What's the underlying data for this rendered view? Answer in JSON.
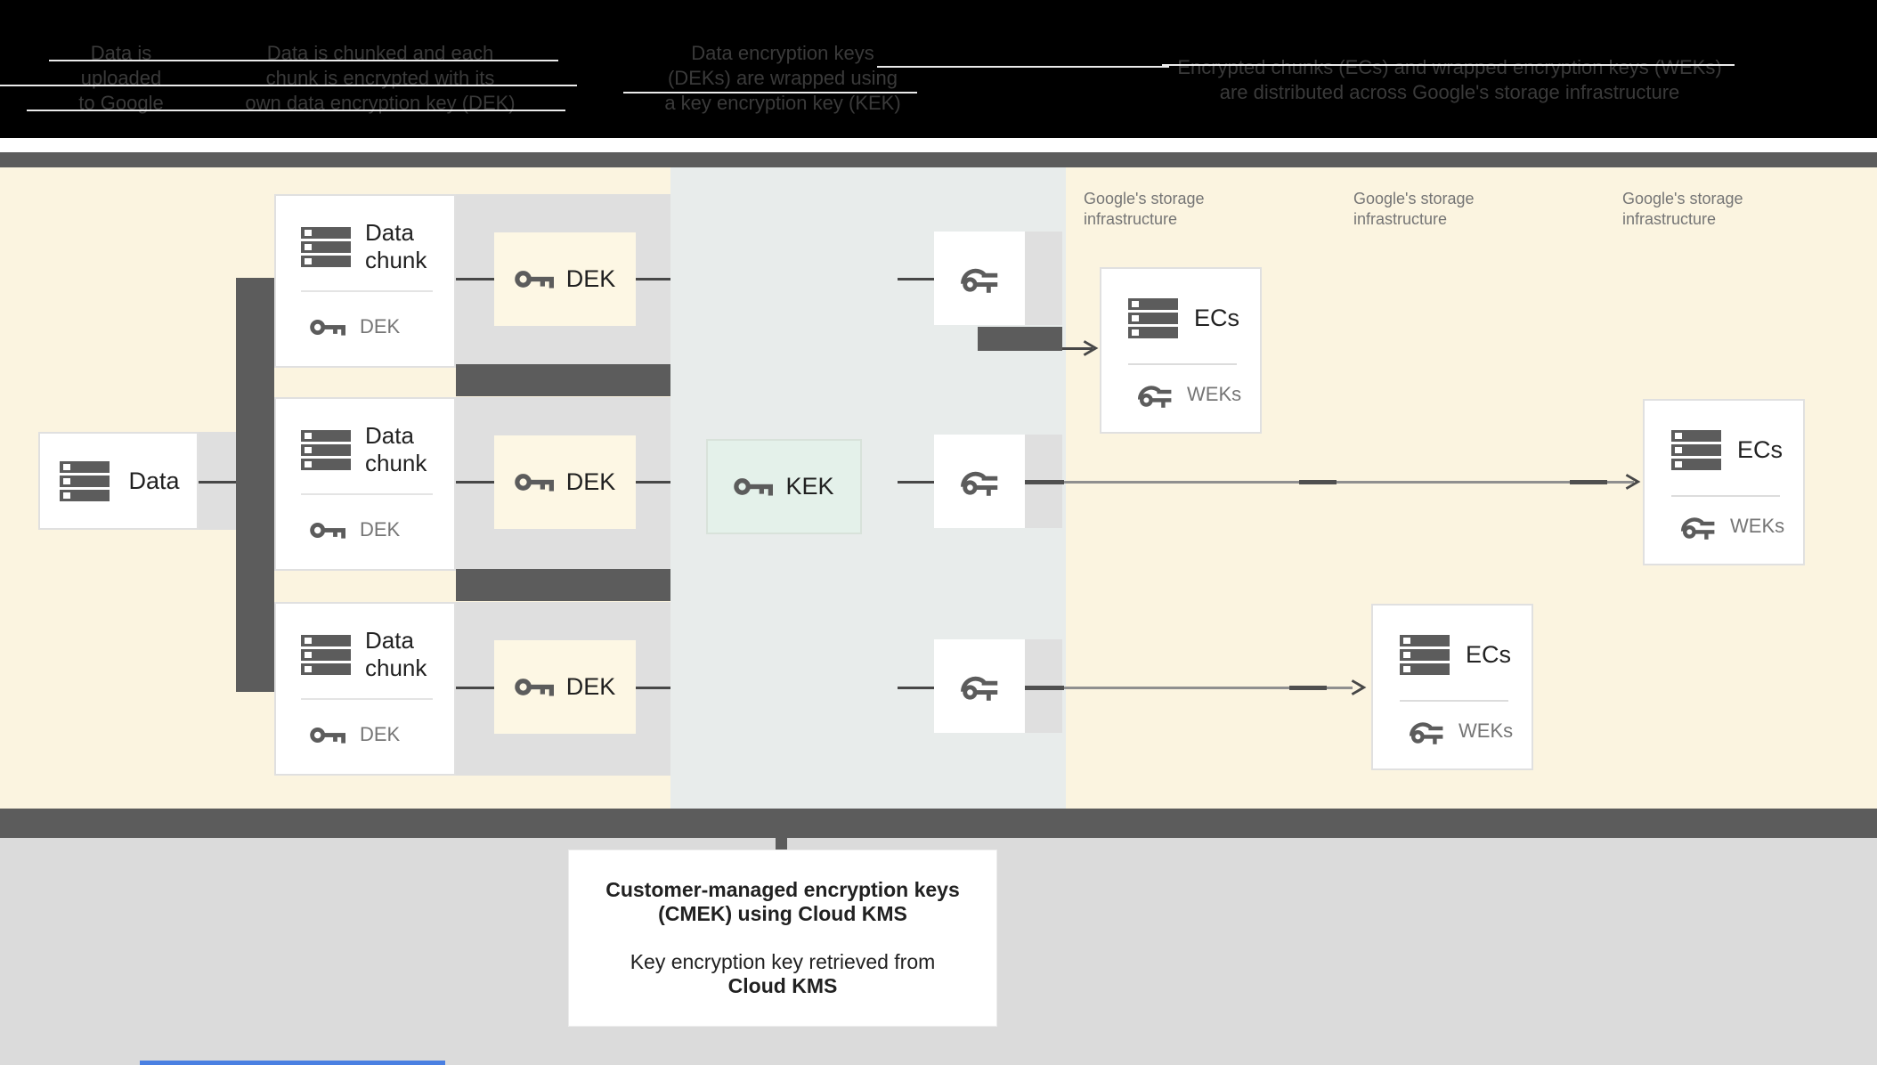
{
  "header": {
    "steps": [
      {
        "lines": [
          "Data is",
          "uploaded",
          "to Google"
        ]
      },
      {
        "lines": [
          "Data is chunked and each",
          "chunk is encrypted with its",
          "own data encryption key (DEK)"
        ]
      },
      {
        "lines": [
          "Data encryption keys",
          "(DEKs) are wrapped using",
          "a key encryption key (KEK)"
        ]
      },
      {
        "lines": [
          "Encrypted chunks (ECs) and wrapped encryption keys (WEKs)",
          "are distributed across Google's storage infrastructure"
        ]
      }
    ]
  },
  "diagram": {
    "data_box": {
      "label": "Data"
    },
    "chunk_boxes": [
      {
        "title_lines": [
          "Data",
          "chunk"
        ],
        "key_label": "DEK"
      },
      {
        "title_lines": [
          "Data",
          "chunk"
        ],
        "key_label": "DEK"
      },
      {
        "title_lines": [
          "Data",
          "chunk"
        ],
        "key_label": "DEK"
      }
    ],
    "dek_boxes": [
      {
        "label": "DEK"
      },
      {
        "label": "DEK"
      },
      {
        "label": "DEK"
      }
    ],
    "kek_box": {
      "label": "KEK"
    },
    "storage_labels": [
      {
        "lines": [
          "Google's storage",
          "infrastructure"
        ]
      },
      {
        "lines": [
          "Google's storage",
          "infrastructure"
        ]
      },
      {
        "lines": [
          "Google's storage",
          "infrastructure"
        ]
      }
    ],
    "ec_boxes": [
      {
        "title": "ECs",
        "key_label": "WEKs"
      },
      {
        "title": "ECs",
        "key_label": "WEKs"
      },
      {
        "title": "ECs",
        "key_label": "WEKs"
      }
    ]
  },
  "caption": {
    "title_lines": [
      "Customer-managed encryption keys",
      "(CMEK) using Cloud KMS"
    ],
    "body_line_regular": "Key encryption key retrieved from",
    "body_line_bold": "Cloud KMS"
  },
  "colors": {
    "zone_yellow": "#fbf4e0",
    "zone_bluegray": "#e8eceb",
    "dek_box_bg": "#fdf7e4",
    "kek_box_bg": "#e4f1ea",
    "dark_gray": "#5c5c5c",
    "light_gray": "#dfdfdf",
    "text_dark": "#212121",
    "text_gray": "#757575",
    "footer_bg": "#dbdbdb",
    "artifact_blue": "#4a80e2"
  }
}
